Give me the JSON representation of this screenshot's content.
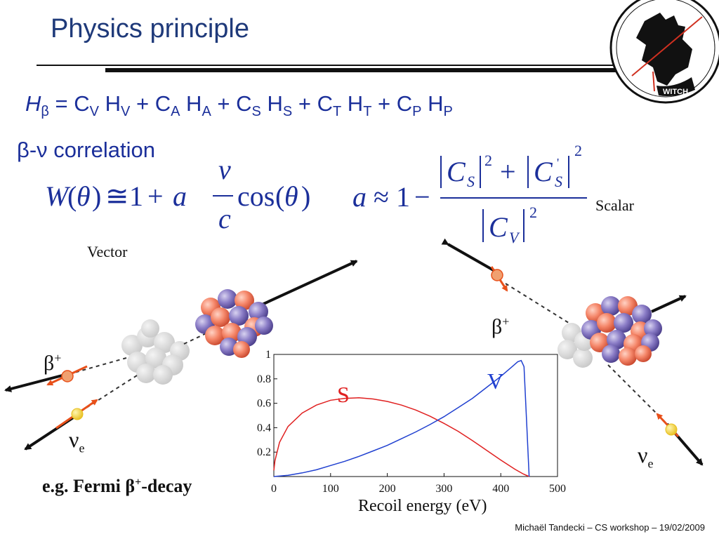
{
  "slide": {
    "title": "Physics principle",
    "footer": "Michaël Tandecki – CS workshop – 19/02/2009",
    "logo_text": "WITCH"
  },
  "equations": {
    "hamiltonian": {
      "H": "H",
      "beta": "β",
      "eq": " = ",
      "terms": [
        {
          "C": "C",
          "sub": "V",
          "H": "H",
          "hsub": "V"
        },
        {
          "C": "C",
          "sub": "A",
          "H": "H",
          "hsub": "A"
        },
        {
          "C": "C",
          "sub": "S",
          "H": "H",
          "hsub": "S"
        },
        {
          "C": "C",
          "sub": "T",
          "H": "H",
          "hsub": "T"
        },
        {
          "C": "C",
          "sub": "P",
          "H": "H",
          "hsub": "P"
        }
      ],
      "plus": " + "
    },
    "correlation_label": "β-ν correlation"
  },
  "labels": {
    "vector": "Vector",
    "scalar": "Scalar",
    "beta_plus_left": "β",
    "beta_plus_right": "β",
    "plus": "+",
    "nu_left": "ν",
    "nu_right": "ν",
    "nu_sub": "e",
    "example": "e.g. Fermi β",
    "example_tail": "-decay"
  },
  "chart_data": {
    "type": "line",
    "xlabel": "Recoil energy (eV)",
    "ylabel": "",
    "xlim": [
      0,
      500
    ],
    "ylim": [
      0,
      1
    ],
    "x_ticks": [
      "0",
      "100",
      "200",
      "300",
      "400",
      "500"
    ],
    "y_ticks": [
      "0.2",
      "0.4",
      "0.6",
      "0.8",
      "1"
    ],
    "grid": false,
    "series": [
      {
        "name": "S",
        "color": "#e02020",
        "x": [
          0,
          2,
          10,
          25,
          50,
          75,
          100,
          125,
          150,
          175,
          200,
          225,
          250,
          275,
          300,
          325,
          350,
          375,
          400,
          425,
          440,
          450
        ],
        "y": [
          0.05,
          0.13,
          0.28,
          0.41,
          0.52,
          0.585,
          0.625,
          0.64,
          0.645,
          0.635,
          0.615,
          0.585,
          0.545,
          0.495,
          0.435,
          0.37,
          0.295,
          0.215,
          0.135,
          0.06,
          0.02,
          0.0
        ]
      },
      {
        "name": "V",
        "color": "#2040d0",
        "x": [
          0,
          25,
          50,
          75,
          100,
          125,
          150,
          175,
          200,
          225,
          250,
          275,
          300,
          325,
          350,
          375,
          400,
          420,
          430,
          436,
          441,
          446,
          450
        ],
        "y": [
          0.0,
          0.01,
          0.03,
          0.055,
          0.09,
          0.125,
          0.165,
          0.21,
          0.255,
          0.31,
          0.365,
          0.425,
          0.49,
          0.565,
          0.64,
          0.73,
          0.82,
          0.9,
          0.94,
          0.95,
          0.9,
          0.4,
          0.0
        ]
      }
    ]
  }
}
